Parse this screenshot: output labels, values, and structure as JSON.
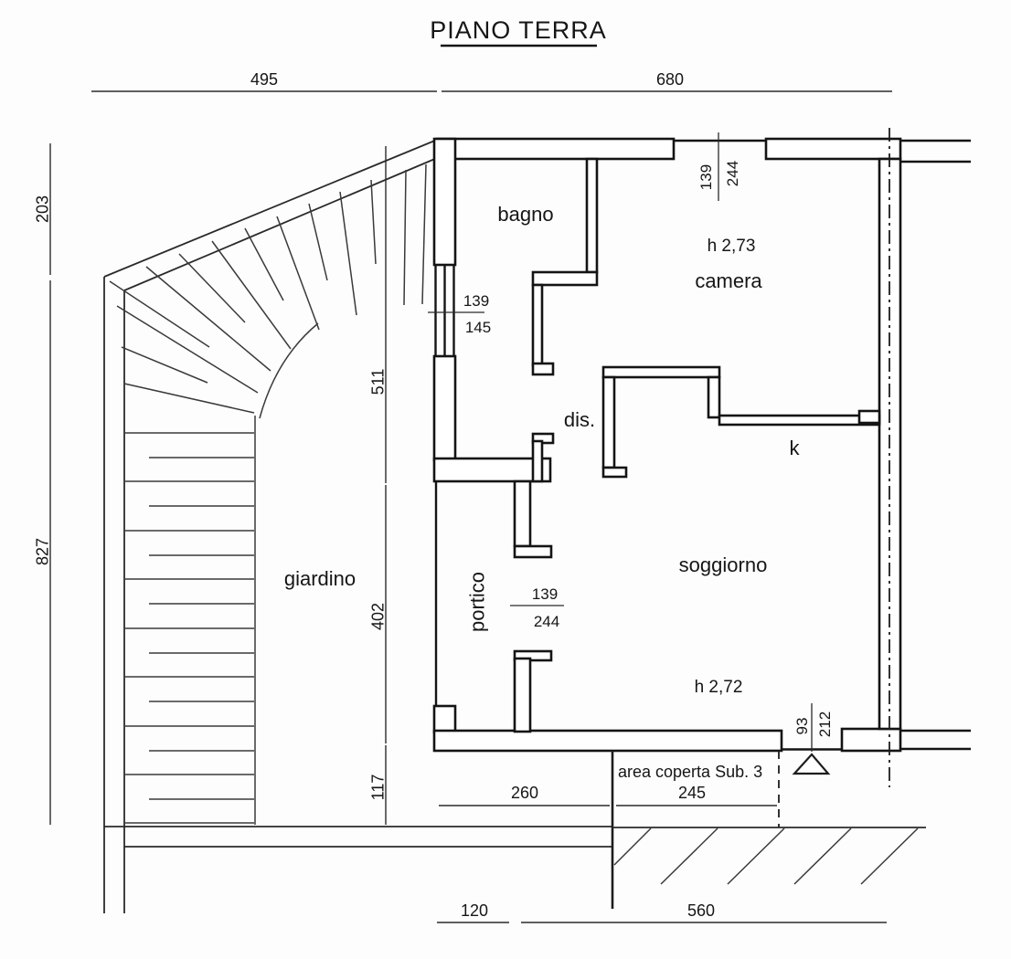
{
  "title": "PIANO TERRA",
  "rooms": {
    "bagno": "bagno",
    "camera": "camera",
    "camera_height": "h 2,73",
    "dis": "dis.",
    "k": "k",
    "giardino": "giardino",
    "portico": "portico",
    "soggiorno": "soggiorno",
    "soggiorno_height": "h 2,72"
  },
  "annotations": {
    "covered_area": "area coperta Sub. 3"
  },
  "dimensions": {
    "top_left": "495",
    "top_right": "680",
    "left_upper": "203",
    "left_lower": "827",
    "middle_upper": "511",
    "middle_center": "402",
    "middle_lower": "117",
    "covered_left": "260",
    "covered_right": "245",
    "bottom_left": "120",
    "bottom_right": "560"
  },
  "openings": {
    "bagno_window_width": "139",
    "bagno_window_height": "145",
    "camera_window_width": "139",
    "camera_window_height": "244",
    "portico_door_width": "139",
    "portico_door_height": "244",
    "entrance_width": "93",
    "entrance_height": "212"
  }
}
